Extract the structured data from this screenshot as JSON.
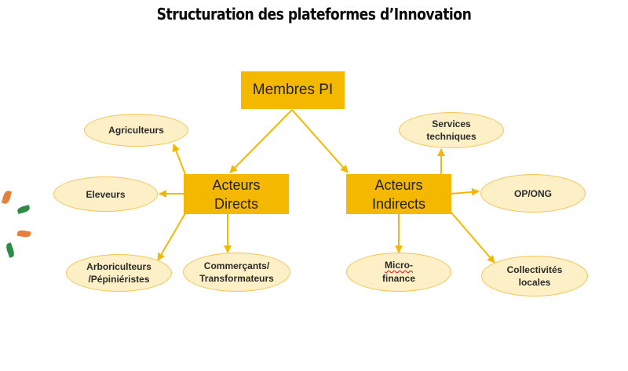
{
  "title": "Structuration des plateformes d’Innovation",
  "nodes": {
    "membres": "Membres PI",
    "directs": "Acteurs\nDirects",
    "indirects": "Acteurs\nIndirects",
    "agriculteurs": "Agriculteurs",
    "eleveurs": "Eleveurs",
    "arboriculteurs": "Arboriculteurs\n/Pépiniéristes",
    "commercants": "Commerçants/\nTransformateurs",
    "services": "Services\ntechniques",
    "op_ong": "OP/ONG",
    "microfinance_1": "Micro-",
    "microfinance_2": "finance",
    "collectivites": "Collectivités\nlocales"
  },
  "colors": {
    "box_fill": "#f5b800",
    "oval_fill": "#fdf0c7",
    "oval_border": "#f3c552",
    "arrow": "#f5b800",
    "leaf_orange": "#e5803a",
    "leaf_green": "#2e8b45"
  }
}
